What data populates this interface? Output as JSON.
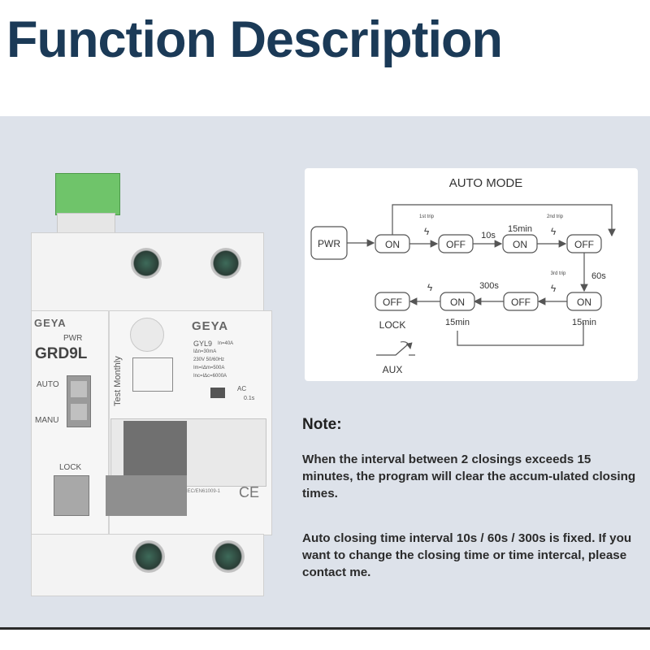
{
  "page": {
    "title": "Function Description"
  },
  "device": {
    "brand_left": "GEYA",
    "brand_right": "GEYA",
    "pwr_label": "PWR",
    "model": "GRD9L",
    "auto_label": "AUTO",
    "manu_label": "MANU",
    "lock_label": "LOCK",
    "test_label": "Test Monthly",
    "spec_model": "GYL9",
    "spec_in": "In=40A",
    "spec_idn": "IΔn=30mA",
    "spec_voltage": "230V 50/60Hz",
    "spec_im": "Im=IΔm=500A",
    "spec_inc": "Inc=IΔc=6000A",
    "spec_type": "AC",
    "spec_time": "0.1s",
    "standard": "IEC/EN61009-1",
    "ce": "CE"
  },
  "diagram": {
    "title": "AUTO MODE",
    "pwr": "PWR",
    "node_on": "ON",
    "node_off": "OFF",
    "trip_1st": "1st trip",
    "trip_2nd": "2nd trip",
    "trip_3rd": "3rd trip",
    "t_10s": "10s",
    "t_15min": "15min",
    "t_60s": "60s",
    "t_300s": "300s",
    "lock": "LOCK",
    "aux": "AUX"
  },
  "note": {
    "title": "Note:",
    "paragraph1": "When the interval between 2 closings exceeds 15 minutes, the program will clear the accum-ulated closing times.",
    "paragraph2": "Auto closing time interval 10s / 60s / 300s is fixed. If you want to change the closing time or time intercal, please contact me."
  },
  "colors": {
    "title": "#1b3a57",
    "panel": "#dde2ea",
    "terminal_green": "#6fc46a"
  }
}
